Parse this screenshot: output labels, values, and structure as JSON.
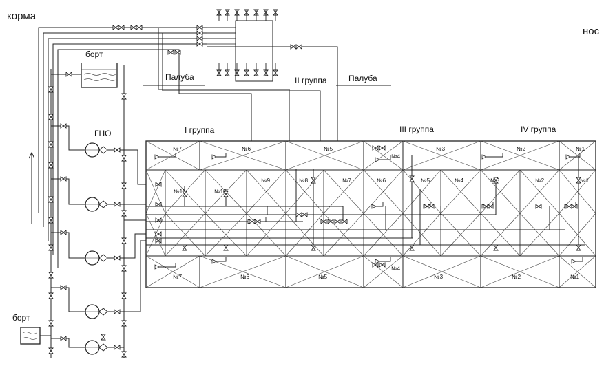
{
  "labels": {
    "stern": "корма",
    "bow": "нос",
    "side_top": "борт",
    "side_bottom": "борт",
    "pump": "ГНО",
    "deck_left": "Палуба",
    "deck_right": "Палуба"
  },
  "groups": {
    "g1": "I группа",
    "g2": "II группа",
    "g3": "III группа",
    "g4": "IV группа"
  },
  "tanks": {
    "top": [
      "№7",
      "№6",
      "№5",
      "№4",
      "№3",
      "№2",
      "№1"
    ],
    "middle": [
      "№11",
      "№10",
      "№9",
      "№8",
      "№7",
      "№6",
      "№5",
      "№4",
      "№3",
      "№2",
      "№1"
    ],
    "bottom": [
      "№7",
      "№6",
      "№5",
      "№4",
      "№3",
      "№2",
      "№1"
    ]
  },
  "colors": {
    "ink": "#222222",
    "paper": "#ffffff"
  }
}
